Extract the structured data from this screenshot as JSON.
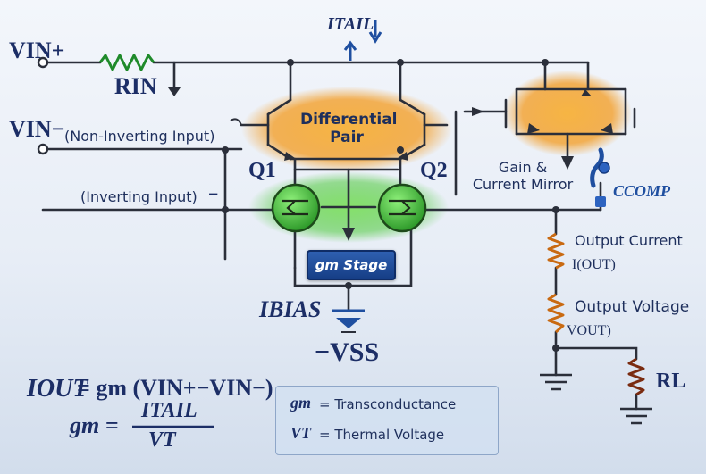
{
  "labels": {
    "vin_plus": "VIN+",
    "vin_minus": "VIN−",
    "rin": "RIN",
    "itail_top": "ITAIL",
    "non_inverting": "(Non-Inverting Input)",
    "inverting": "(Inverting Input)",
    "inverting_sign": "−",
    "q1": "Q1",
    "q2": "Q2",
    "diff_pair_line1": "Differential",
    "diff_pair_line2": "Pair",
    "mirror_line1": "Gain &",
    "mirror_line2": "Current Mirror",
    "ccomp": "CCOMP",
    "gm_stage": "gm Stage",
    "ibias": "IBIAS",
    "vss": "−VSS",
    "output_current": "Output Current",
    "iout_node": "I(OUT)",
    "output_voltage": "Output Voltage",
    "vout_node": "VOUT)",
    "rl": "RL"
  },
  "equations": {
    "iout_lhs": "IOUT",
    "iout_rhs": "= gm (VIN+−VIN−)",
    "gm_lhs": "gm =",
    "gm_num": "ITAIL",
    "gm_den": "VT"
  },
  "legend": {
    "row1_sym": "gm",
    "row1_text": "= Transconductance",
    "row2_sym": "VT",
    "row2_text": "= Thermal Voltage"
  },
  "colors": {
    "wire": "#2b2f3a",
    "diff_pair_glow": "#f39a1e",
    "mirror_glow": "#f5a623",
    "gm_glow": "#4cc93a",
    "gm_stage_fill": "#1f4fa0",
    "resistor_green": "#1f8a2a",
    "resistor_orange": "#c96a12",
    "label_navy": "#1c2e66"
  }
}
